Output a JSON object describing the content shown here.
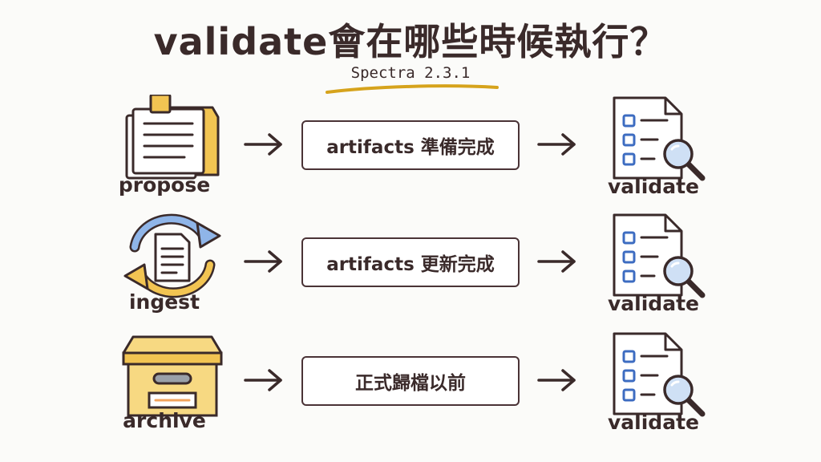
{
  "title": "validate會在哪些時候執行？",
  "subtitle": "Spectra 2.3.1",
  "colors": {
    "ink": "#3a2a2a",
    "accent_yellow": "#f2c452",
    "accent_blue": "#3d6cc1",
    "underline": "#d6a31c"
  },
  "rows": [
    {
      "source_label": "propose",
      "source_icon": "clipboard-docs-icon",
      "step": "artifacts 準備完成",
      "target_label": "validate",
      "target_icon": "checklist-magnifier-icon"
    },
    {
      "source_label": "ingest",
      "source_icon": "cycle-arrows-doc-icon",
      "step": "artifacts 更新完成",
      "target_label": "validate",
      "target_icon": "checklist-magnifier-icon"
    },
    {
      "source_label": "archive",
      "source_icon": "archive-box-icon",
      "step": "正式歸檔以前",
      "target_label": "validate",
      "target_icon": "checklist-magnifier-icon"
    }
  ]
}
